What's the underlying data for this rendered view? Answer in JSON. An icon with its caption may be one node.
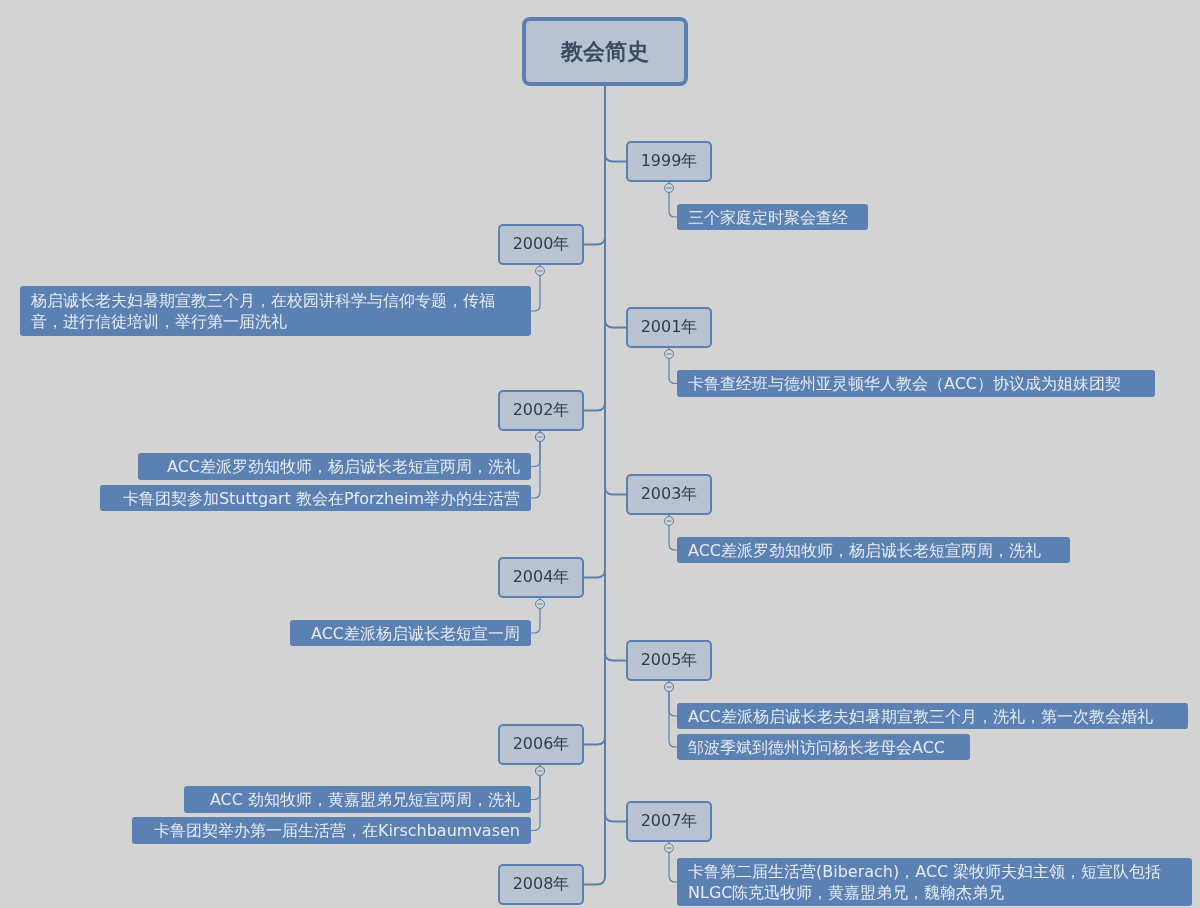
{
  "diagram": {
    "nodes": [
      {
        "text": [
          "教会简史"
        ]
      },
      {
        "text": [
          "1999年"
        ]
      },
      {
        "text": [
          "三个家庭定时聚会查经"
        ]
      },
      {
        "text": [
          "2000年"
        ]
      },
      {
        "text": [
          "杨启诚长老夫妇暑期宣教三个月，在校园讲科学与信仰专题，传福音，进行信徒培训，举行第一届洗礼"
        ]
      },
      {
        "text": [
          "2001年"
        ]
      },
      {
        "text": [
          "卡鲁查经班与德州亚灵顿华人教会（ACC）协议成为姐妹团契"
        ]
      },
      {
        "text": [
          "2002年"
        ]
      },
      {
        "text": [
          "ACC差派罗劲知牧师，杨启诚长老短宣两周，洗礼"
        ]
      },
      {
        "text": [
          "卡鲁团契参加Stuttgart 教会在Pforzheim举办的生活营"
        ]
      },
      {
        "text": [
          "2003年"
        ]
      },
      {
        "text": [
          "ACC差派罗劲知牧师，杨启诚长老短宣两周，洗礼"
        ]
      },
      {
        "text": [
          "2004年"
        ]
      },
      {
        "text": [
          "ACC差派杨启诚长老短宣一周"
        ]
      },
      {
        "text": [
          "2005年"
        ]
      },
      {
        "text": [
          "ACC差派杨启诚长老夫妇暑期宣教三个月，洗礼，第一次教会婚礼"
        ]
      },
      {
        "text": [
          "邹波季斌到德州访问杨长老母会ACC"
        ]
      },
      {
        "text": [
          "2006年"
        ]
      },
      {
        "text": [
          "ACC 劲知牧师，黄嘉盟弟兄短宣两周，洗礼"
        ]
      },
      {
        "text": [
          "卡鲁团契举办第一届生活营，在Kirschbaumvasen"
        ]
      },
      {
        "text": [
          "2007年"
        ]
      },
      {
        "text": [
          "卡鲁第二届生活营(Biberach)，ACC 梁牧师夫妇主领，短宣队包括NLGC陈克迅牧师，黄嘉盟弟兄，魏翰杰弟兄"
        ]
      },
      {
        "text": [
          "2008年"
        ]
      }
    ],
    "edges": [
      {
        "from": 0,
        "to": 1,
        "arrow": "none"
      },
      {
        "from": 1,
        "to": 2,
        "arrow": "other"
      },
      {
        "from": 0,
        "to": 3,
        "arrow": "none"
      },
      {
        "from": 3,
        "to": 4,
        "arrow": "other"
      },
      {
        "from": 0,
        "to": 5,
        "arrow": "none"
      },
      {
        "from": 5,
        "to": 6,
        "arrow": "other"
      },
      {
        "from": 0,
        "to": 7,
        "arrow": "none"
      },
      {
        "from": 7,
        "to": 8,
        "arrow": "other"
      },
      {
        "from": 7,
        "to": 9,
        "arrow": "other"
      },
      {
        "from": 0,
        "to": 10,
        "arrow": "none"
      },
      {
        "from": 10,
        "to": 11,
        "arrow": "other"
      },
      {
        "from": 0,
        "to": 12,
        "arrow": "none"
      },
      {
        "from": 12,
        "to": 13,
        "arrow": "other"
      },
      {
        "from": 0,
        "to": 14,
        "arrow": "none"
      },
      {
        "from": 14,
        "to": 15,
        "arrow": "other"
      },
      {
        "from": 14,
        "to": 16,
        "arrow": "other"
      },
      {
        "from": 0,
        "to": 17,
        "arrow": "none"
      },
      {
        "from": 17,
        "to": 18,
        "arrow": "other"
      },
      {
        "from": 17,
        "to": 19,
        "arrow": "other"
      },
      {
        "from": 0,
        "to": 20,
        "arrow": "none"
      },
      {
        "from": 20,
        "to": 21,
        "arrow": "other"
      },
      {
        "from": 0,
        "to": 22,
        "arrow": "none"
      }
    ]
  }
}
